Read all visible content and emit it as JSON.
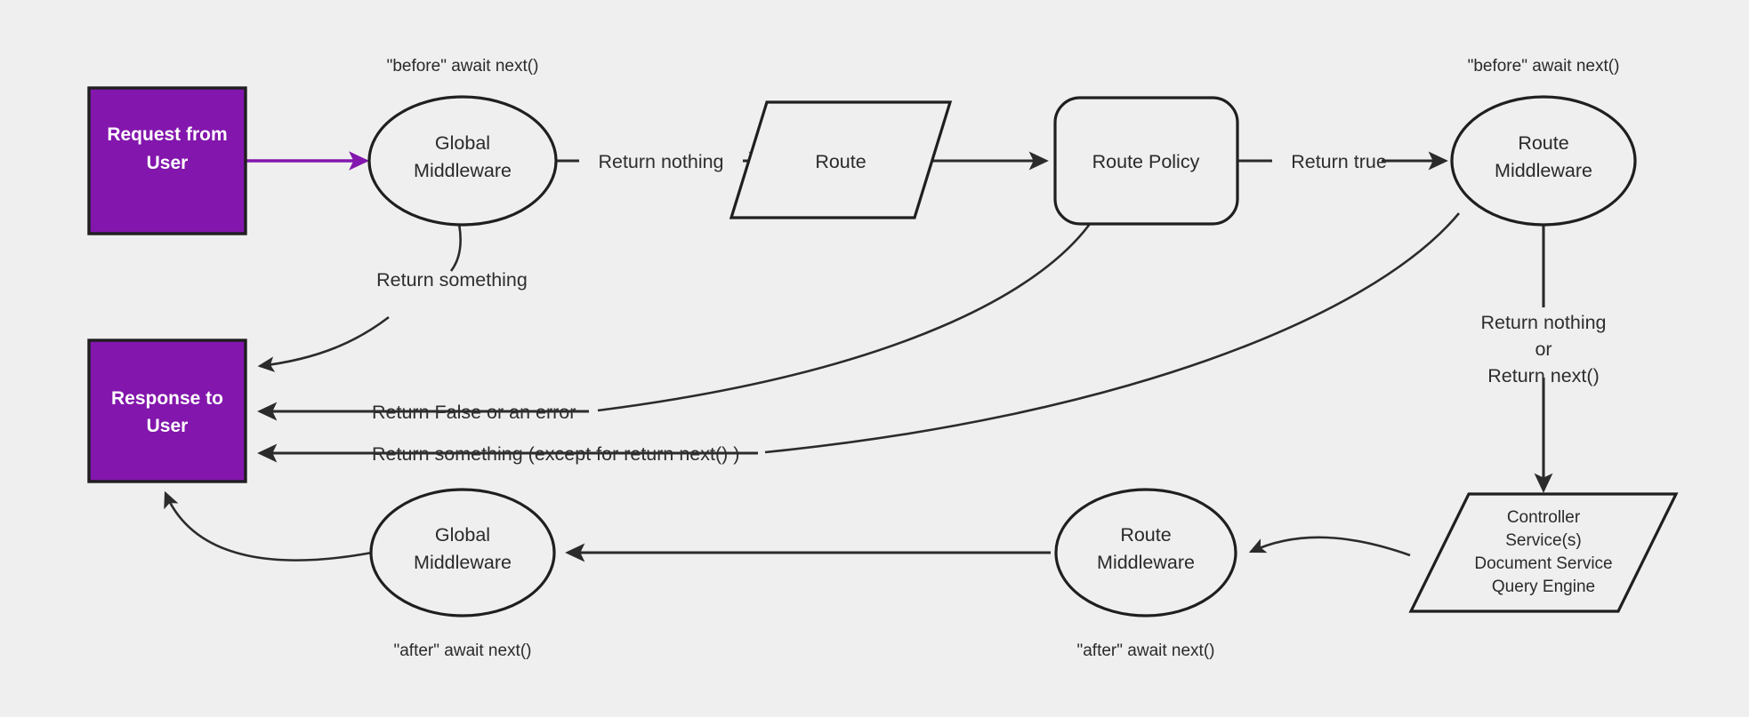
{
  "diagram": {
    "title": "Request lifecycle middleware flow",
    "background_color": "#efefef",
    "accent_color": "#8316ad",
    "stroke_color": "#1f1f1f",
    "nodes": {
      "request": {
        "line1": "Request from",
        "line2": "User",
        "shape": "rectangle",
        "fill": "#8316ad"
      },
      "response": {
        "line1": "Response to",
        "line2": "User",
        "shape": "rectangle",
        "fill": "#8316ad"
      },
      "global_mw_top": {
        "line1": "Global",
        "line2": "Middleware",
        "shape": "ellipse"
      },
      "route": {
        "line1": "Route",
        "shape": "parallelogram"
      },
      "route_policy": {
        "line1": "Route Policy",
        "shape": "rounded-rectangle"
      },
      "route_mw_top": {
        "line1": "Route",
        "line2": "Middleware",
        "shape": "ellipse"
      },
      "handler": {
        "line1": "Controller",
        "line2": "Service(s)",
        "line3": "Document Service",
        "line4": "Query Engine",
        "shape": "parallelogram"
      },
      "route_mw_bottom": {
        "line1": "Route",
        "line2": "Middleware",
        "shape": "ellipse"
      },
      "global_mw_bottom": {
        "line1": "Global",
        "line2": "Middleware",
        "shape": "ellipse"
      }
    },
    "annotations": {
      "before_global": "\"before\" await next()",
      "before_route_mw": "\"before\" await next()",
      "after_global": "\"after\" await next()",
      "after_route_mw": "\"after\" await next()"
    },
    "edge_labels": {
      "return_nothing": "Return nothing",
      "return_true": "Return true",
      "return_something_global": "Return something",
      "return_false_or_error": "Return False or an error",
      "return_something_except": "Return something (except for return next() )",
      "return_nothing_or_next_1": "Return nothing",
      "return_nothing_or_next_2": "or",
      "return_nothing_or_next_3": "Return next()"
    }
  }
}
